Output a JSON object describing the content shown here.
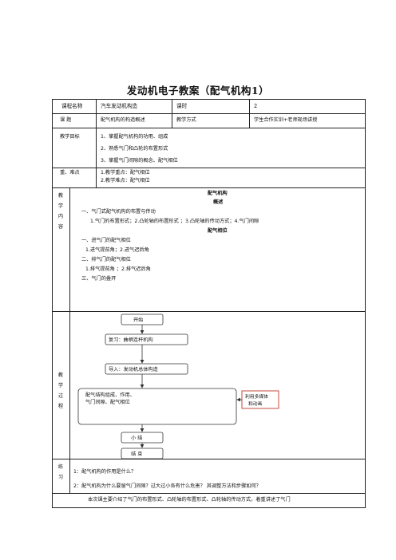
{
  "title": "发动机电子教案（配气机构1）",
  "row1": {
    "course_label": "课程名称",
    "course_value": "汽车发动机构造",
    "hours_label": "课时",
    "hours_value": "2"
  },
  "row2": {
    "topic_label": "课 题",
    "topic_value": "配气机构的构造概述",
    "method_label": "教学方式",
    "method_value": "学生合作实训+老师现场讲授"
  },
  "goals": {
    "label": "教学目标",
    "items": [
      "1、掌握配气机构的功用、组成",
      "2、熟悉气门和凸轮的布置形式",
      "3、掌握气门间隙的概念、配气相位"
    ]
  },
  "keypoints": {
    "label": "重、难点",
    "items": [
      "1.教学重点：配气相位",
      "2.教学难点：配气相位"
    ]
  },
  "content": {
    "label_chars": [
      "教",
      "学",
      "内",
      "容"
    ],
    "heading": "配气机构",
    "subheading": "概述",
    "line1": "一、气门式配气机构的布置与传动",
    "line2": "1.气门的布置形式；2.凸轮轴的布置形式 ；3.凸轮轴的传动方式；4.气门间隙",
    "heading2": "配气相位",
    "line3": "一、进气门的配气相位",
    "line4": "1.进气提前角；2.进气迟后角",
    "line5": "二、排气门的配气相位",
    "line6": "1.排气提前角 ；2.排气迟后角",
    "line7": "三、气门的叠开"
  },
  "process": {
    "label_chars": [
      "教",
      "学",
      "过",
      "程"
    ],
    "flow": {
      "start": "开始",
      "review": "复习：曲柄连杆机构",
      "intro": "导入：发动机总体构造",
      "main_line1": "配气结构组成、作用、",
      "main_line2": "气门间隙、配气相位",
      "summary": "小    结",
      "end": "结    束",
      "note_line1": "利用多媒体",
      "note_line2": "和动画"
    }
  },
  "practice": {
    "label_chars": [
      "练",
      "习"
    ],
    "q1": "1：配气机构的作用是什么？",
    "q2": "2：配气机构为什么要留气门间隙？过大过小各有什么危害？ 其调整方法和步骤如何？"
  },
  "summary_row": {
    "text": "本次课主要介绍了气门的布置形式、凸轮轴的布置形式、凸轮轴的传动方式，着重讲述了气门"
  }
}
